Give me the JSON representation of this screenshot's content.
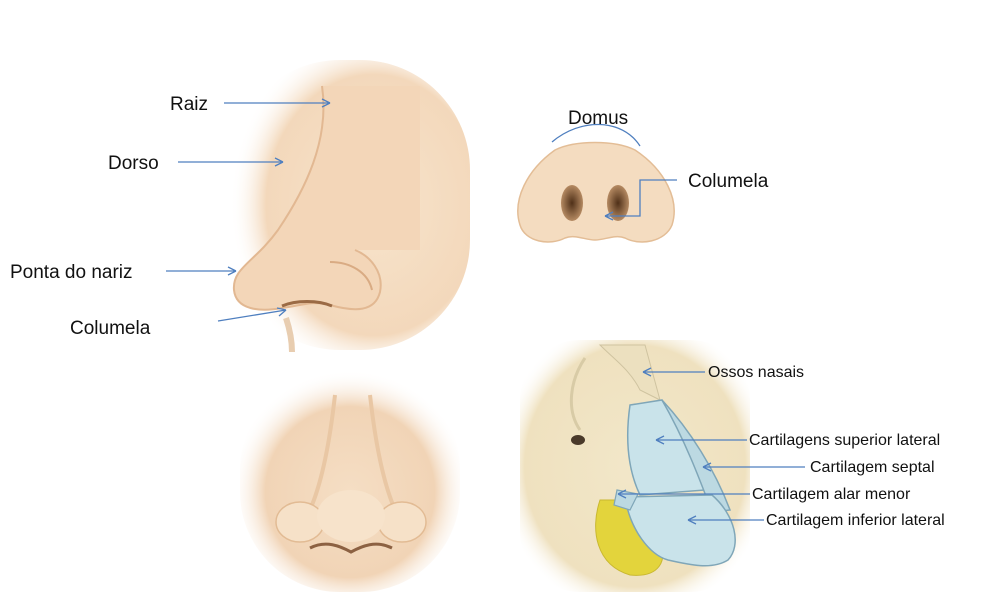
{
  "colors": {
    "skin": "#f4dcc0",
    "skin_shadow": "#e6c19b",
    "nostril": "#7a5230",
    "bone": "#efe3c4",
    "cartilage": "#c9e3ea",
    "fat": "#e3d43c",
    "arrow": "#4f7fbf"
  },
  "labels": {
    "raiz": "Raiz",
    "dorso": "Dorso",
    "ponta": "Ponta do nariz",
    "columela_side": "Columela",
    "domus": "Domus",
    "columela_base": "Columela",
    "ossos": "Ossos nasais",
    "cart_sup": "Cartilagens superior lateral",
    "cart_septal": "Cartilagem septal",
    "cart_alar": "Cartilagem alar menor",
    "cart_inf": "Cartilagem inferior lateral"
  }
}
